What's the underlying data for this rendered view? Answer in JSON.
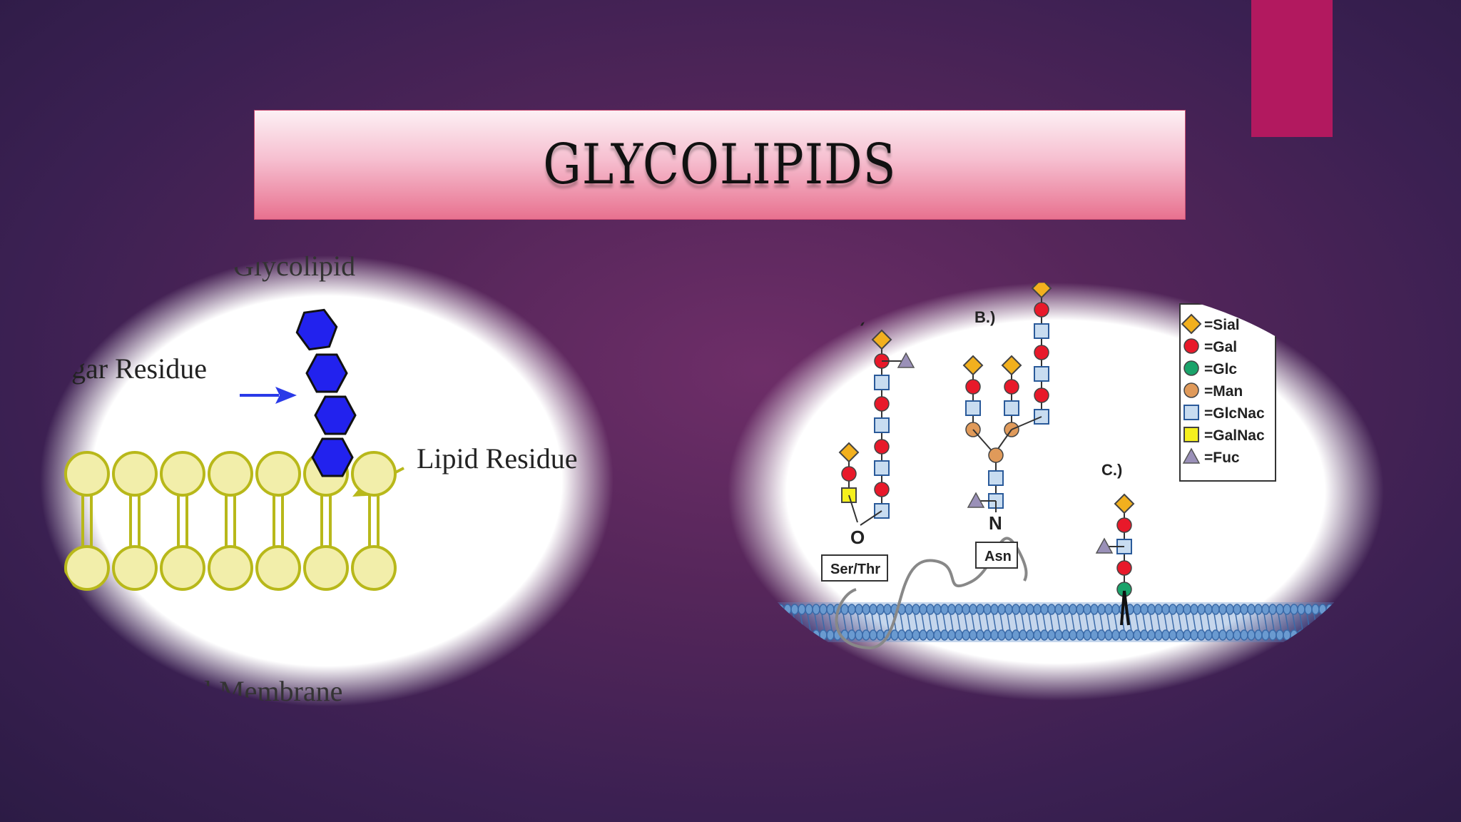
{
  "slide": {
    "title": "GLYCOLIPIDS",
    "accent_color": "#b2195f"
  },
  "left_diagram": {
    "title": "Glycolipid",
    "sugar_label": "gar Residue",
    "lipid_label": "Lipid Residue",
    "membrane_label": "l Membrane",
    "sugar_color": "#2222ee",
    "lipid_color": "#f2eeaa"
  },
  "right_diagram": {
    "panel_a_label": ")",
    "panel_b_label": "B.)",
    "panel_c_label": "C.)",
    "ser_thr_label": "Ser/Thr",
    "asn_label": "Asn",
    "o_label": "O",
    "n_label": "N",
    "legend": [
      {
        "label": "=Sial",
        "shape": "diamond",
        "color": "#f2b01e"
      },
      {
        "label": "=Gal",
        "shape": "circle",
        "color": "#e8192a"
      },
      {
        "label": "=Glc",
        "shape": "circle",
        "color": "#1aa36a"
      },
      {
        "label": "=Man",
        "shape": "circle",
        "color": "#e09a5a"
      },
      {
        "label": "=GlcNac",
        "shape": "square",
        "color": "#c8dcf0"
      },
      {
        "label": "=GalNac",
        "shape": "square",
        "color": "#f5f01e"
      },
      {
        "label": "=Fuc",
        "shape": "triangle",
        "color": "#9a90b8"
      }
    ]
  }
}
